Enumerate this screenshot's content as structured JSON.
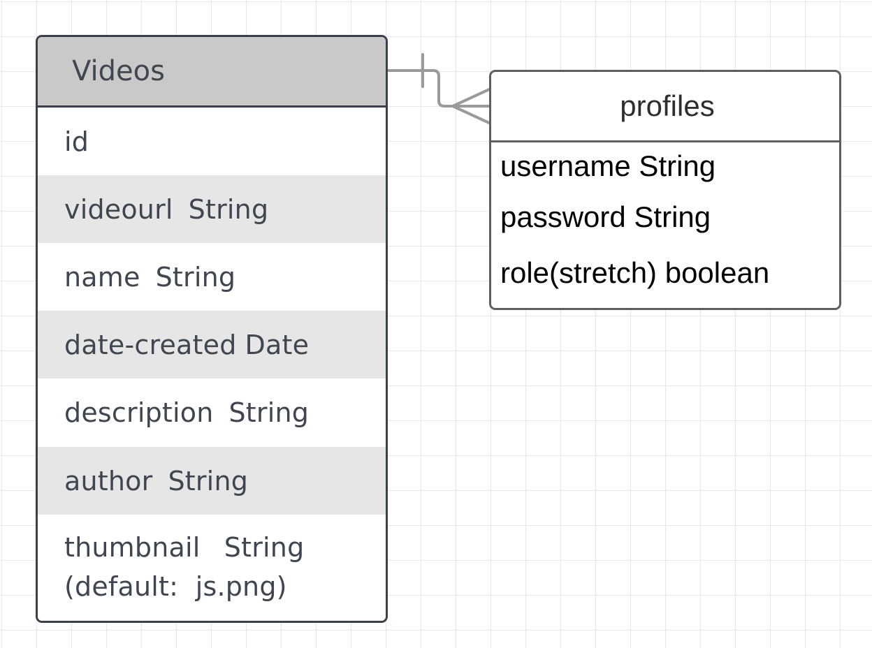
{
  "entities": {
    "videos": {
      "title": "Videos",
      "fields": {
        "id": {
          "name": "id"
        },
        "videourl": {
          "name": "videourl",
          "type": "String"
        },
        "name": {
          "name": "name",
          "type": "String"
        },
        "date_created": {
          "name": "date-created",
          "type": "Date"
        },
        "description": {
          "name": "description",
          "type": "String"
        },
        "author": {
          "name": "author",
          "type": "String"
        },
        "thumbnail": {
          "name": "thumbnail",
          "type": "String",
          "note": "(default:  js.png)"
        }
      }
    },
    "profiles": {
      "title": "profiles",
      "fields": [
        "username String",
        "password String",
        "role(stretch) boolean"
      ]
    }
  },
  "relationship": {
    "from": "Videos",
    "to": "profiles",
    "from_cardinality": "one",
    "to_cardinality": "many"
  },
  "colors": {
    "videos_header_fill": "#c9c9c9",
    "videos_border": "#3a414a",
    "alt_row_fill": "#e6e6e6",
    "profiles_border": "#5f5f5f",
    "connector": "#9a9a9a",
    "grid": "#e8e8e8"
  }
}
